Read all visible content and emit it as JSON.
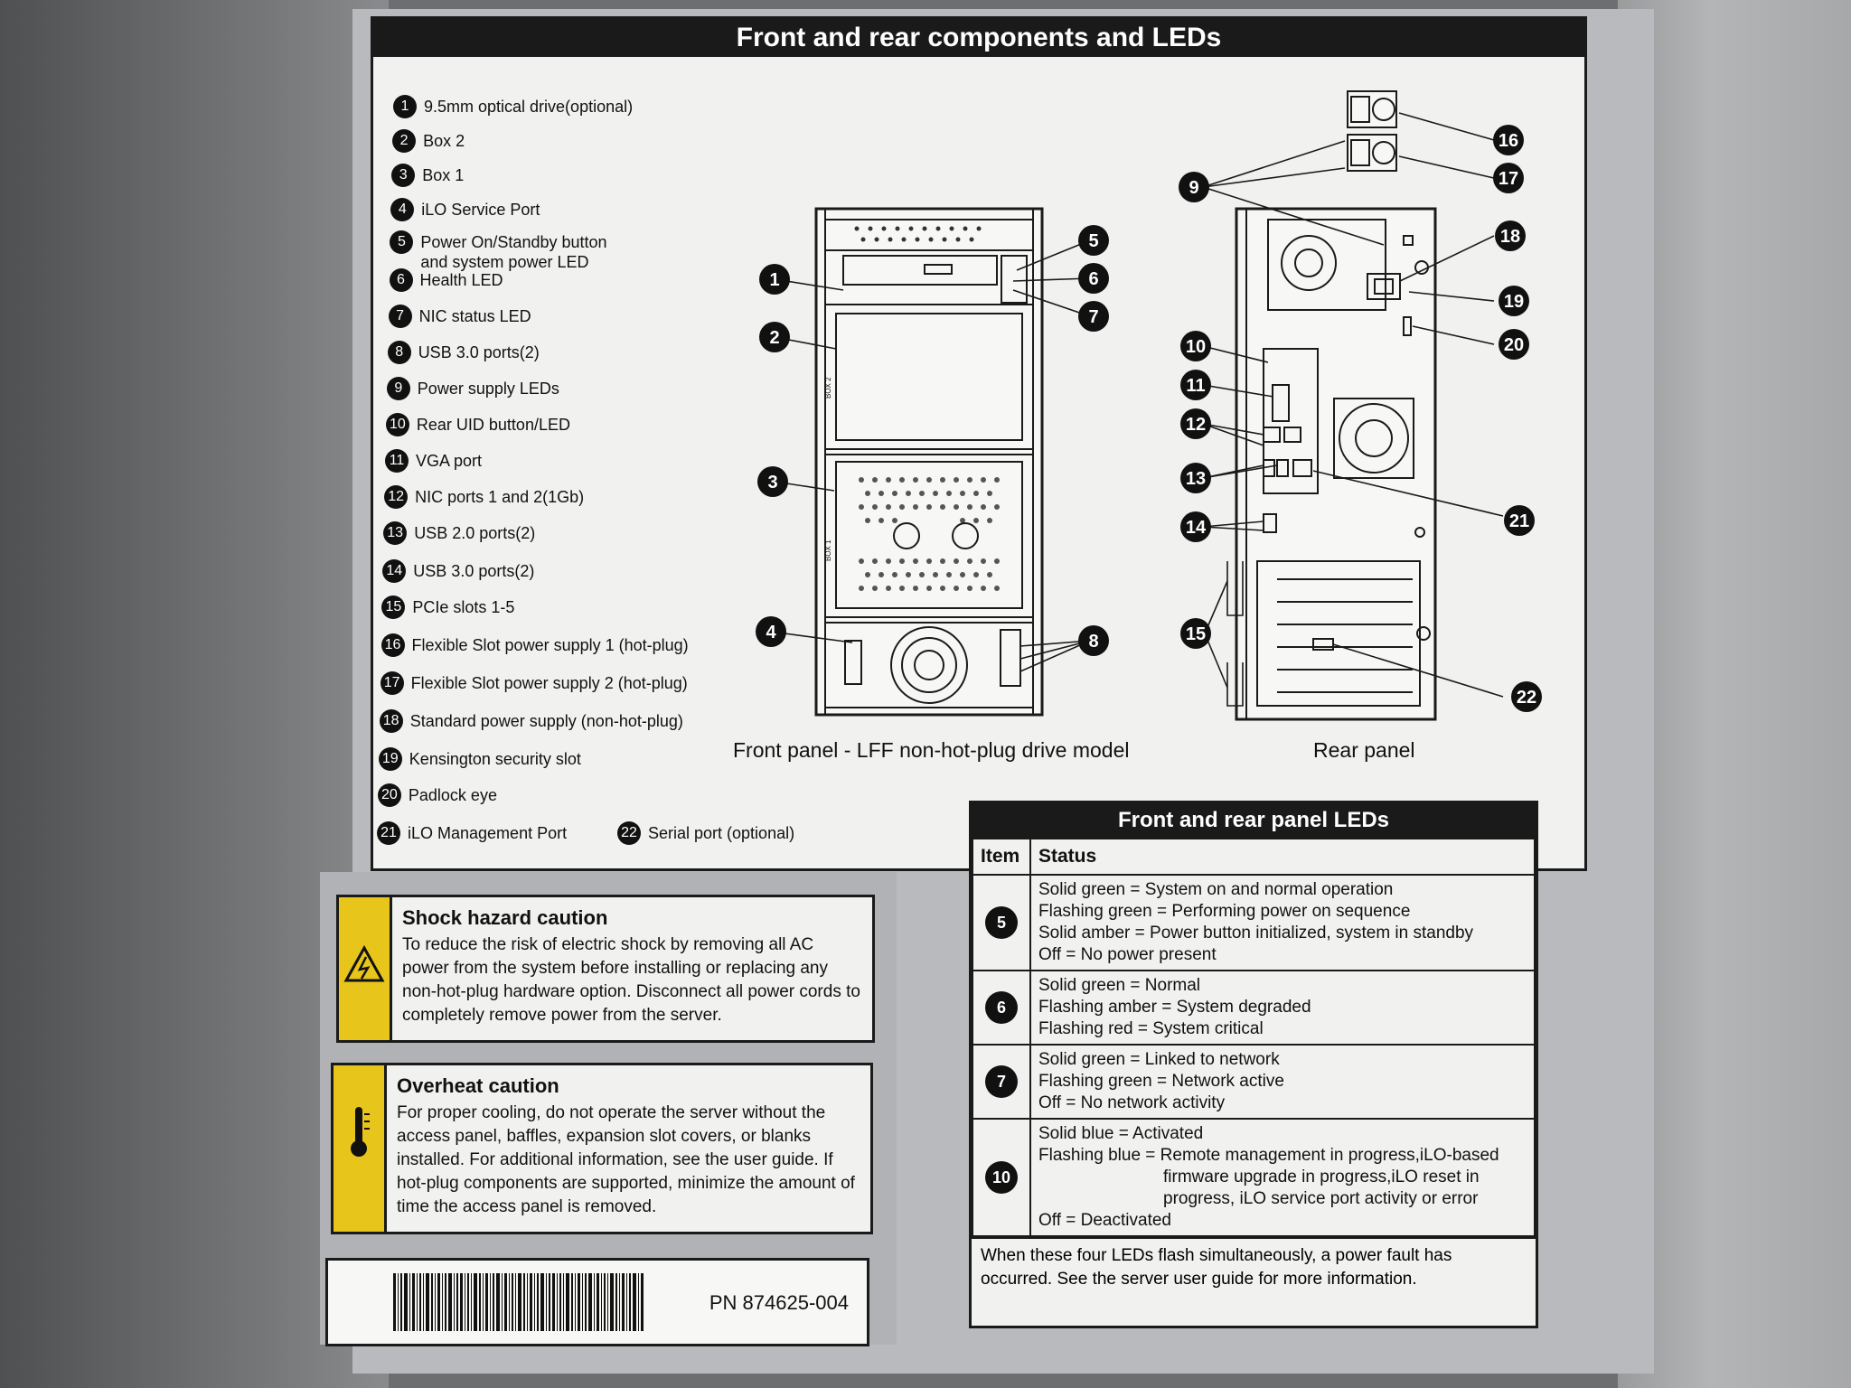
{
  "title": "Front and rear components and LEDs",
  "legend": [
    {
      "n": "1",
      "label": "9.5mm optical drive(optional)"
    },
    {
      "n": "2",
      "label": "Box 2"
    },
    {
      "n": "3",
      "label": "Box 1"
    },
    {
      "n": "4",
      "label": "iLO Service Port"
    },
    {
      "n": "5",
      "label": "Power On/Standby button and system power LED"
    },
    {
      "n": "6",
      "label": "Health LED"
    },
    {
      "n": "7",
      "label": "NIC status LED"
    },
    {
      "n": "8",
      "label": "USB 3.0 ports(2)"
    },
    {
      "n": "9",
      "label": "Power supply LEDs"
    },
    {
      "n": "10",
      "label": "Rear UID button/LED"
    },
    {
      "n": "11",
      "label": "VGA port"
    },
    {
      "n": "12",
      "label": "NIC ports 1 and 2(1Gb)"
    },
    {
      "n": "13",
      "label": "USB 2.0 ports(2)"
    },
    {
      "n": "14",
      "label": "USB 3.0 ports(2)"
    },
    {
      "n": "15",
      "label": "PCIe slots 1-5"
    },
    {
      "n": "16",
      "label": "Flexible Slot power supply 1 (hot-plug)"
    },
    {
      "n": "17",
      "label": "Flexible Slot power supply 2 (hot-plug)"
    },
    {
      "n": "18",
      "label": "Standard power supply (non-hot-plug)"
    },
    {
      "n": "19",
      "label": "Kensington security slot"
    },
    {
      "n": "20",
      "label": "Padlock eye"
    },
    {
      "n": "21",
      "label": "iLO Management Port"
    },
    {
      "n": "22",
      "label": "Serial port (optional)"
    }
  ],
  "front_caption": "Front panel - LFF non-hot-plug drive model",
  "rear_caption": "Rear panel",
  "front_drive_labels": {
    "box2": "BOX 2",
    "box1": "BOX 1"
  },
  "led_table": {
    "title": "Front and rear panel LEDs",
    "col_item": "Item",
    "col_status": "Status",
    "rows": [
      {
        "item": "5",
        "lines": [
          "Solid green = System on and normal operation",
          "Flashing green = Performing power on sequence",
          "Solid amber = Power button initialized, system in standby",
          "Off = No power present"
        ]
      },
      {
        "item": "6",
        "lines": [
          "Solid green = Normal",
          "Flashing amber = System degraded",
          "Flashing red = System critical"
        ]
      },
      {
        "item": "7",
        "lines": [
          "Solid green = Linked to network",
          "Flashing green = Network active",
          "Off = No network activity"
        ]
      },
      {
        "item": "10",
        "lines": [
          "Solid blue = Activated",
          "Flashing blue = Remote management in progress,iLO-based",
          "firmware upgrade in progress,iLO reset in",
          "progress, iLO service port activity or error",
          "Off = Deactivated"
        ]
      }
    ],
    "footer": "When these four LEDs flash simultaneously, a power fault has occurred. See the server user guide for more information."
  },
  "shock": {
    "title": "Shock hazard caution",
    "text": "To reduce the risk of electric shock by removing all AC power from the system before installing or replacing any non-hot-plug hardware option. Disconnect all power cords to completely remove power from the server.",
    "icon": "electric-hazard-icon"
  },
  "overheat": {
    "title": "Overheat caution",
    "text": "For proper cooling, do not operate the server without the access panel, baffles, expansion slot covers, or blanks installed. For additional information, see the user guide. If hot-plug components are supported, minimize the amount of time the access panel is removed.",
    "icon": "thermometer-icon"
  },
  "part_number": "PN 874625-004",
  "colors": {
    "caution_yellow": "#e8c51b",
    "ink": "#111111",
    "paper": "#f1f1ef"
  }
}
